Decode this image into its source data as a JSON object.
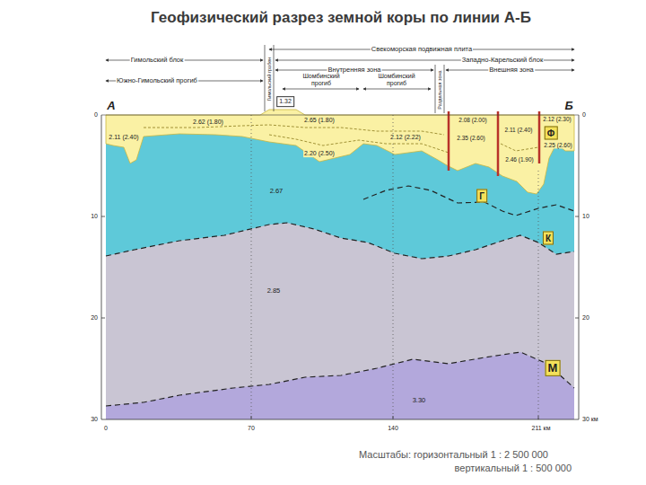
{
  "diagram": {
    "title": "Геофизический разрез земной коры по линии А-Б",
    "nodes": [
      {
        "text": [
          "1.32"
        ]
      },
      {
        "text": [
          "Ф"
        ]
      },
      {
        "text": [
          "Г"
        ]
      },
      {
        "text": [
          "К"
        ]
      },
      {
        "text": [
          "М"
        ]
      }
    ],
    "labels": [
      "Свекоморская подвижная плита",
      "Гимольский блок",
      "Гимольский грабен",
      "Западно-Карельский блок",
      "Южно-Гимольский прогиб",
      "Внутренняя зона",
      "Внешняя зона",
      "Шомбинский прогиб",
      "Шомбинский прогиб",
      "Раздельная зона",
      "А",
      "Б",
      "0",
      "10",
      "20",
      "30",
      "0",
      "10",
      "20",
      "30 км",
      "0",
      "70",
      "140",
      "211 км",
      "2.62 (1.80)",
      "2.65 (1.80)",
      "2.11 (2.40)",
      "2.12 (2.22)",
      "2.20 (2.50)",
      "2.08 (2.00)",
      "2.35 (2.60)",
      "2.11 (2.40)",
      "2.12 (2.30)",
      "2.46 (1.90)",
      "2.25 (2.60)",
      "2.67",
      "2.85",
      "3.30",
      "Масштабы: горизонтальный 1 : 2 500 000",
      "вертикальный 1 : 500 000"
    ]
  }
}
